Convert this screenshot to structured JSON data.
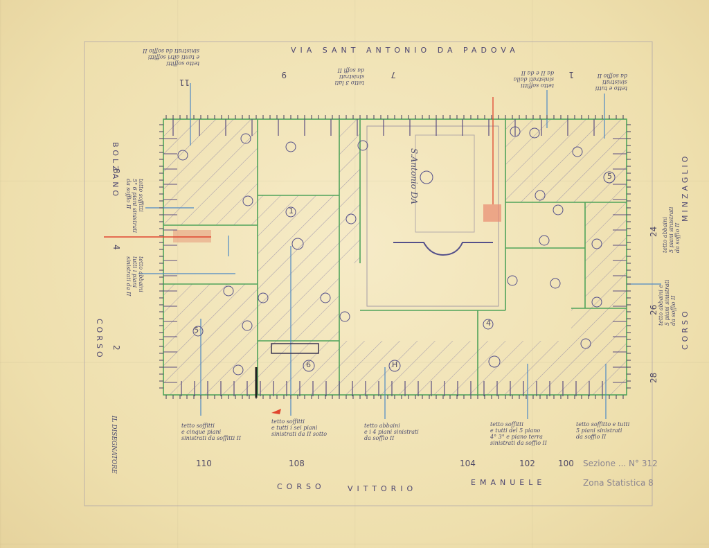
{
  "streets": {
    "top": "VIA   SANT ANTONIO  DA PADOVA",
    "left": "BOLZANO",
    "left_corso": "CORSO",
    "right": "MINZAGLIO",
    "right_corso": "CORSO",
    "bottom_1": "CORSO",
    "bottom_2": "VITTORIO",
    "bottom_3": "EMANUELE"
  },
  "civic_numbers": {
    "bottom": [
      "110",
      "108",
      "104",
      "102",
      "100"
    ],
    "top": [
      "11",
      "9",
      "7",
      "1"
    ],
    "left": [
      "8",
      "4",
      "2"
    ],
    "right": [
      "24",
      "26",
      "28"
    ]
  },
  "interior_labels": {
    "church": "S.Antonio DA",
    "room_marks": [
      "5",
      "H",
      "6",
      "4",
      "5",
      "1"
    ]
  },
  "bottom_notes": [
    "tetto soffitti\ne cinque piani\nsinistrati da soffitti II",
    "tetto soffitti\ne tutti i sei piani\nsinistrati da II sotto",
    "tetto abbaini\ne i 4 piani sinistrati\nda soffio II",
    "tetto soffitti\ne tutti del 5 piano\n4° 3° e piano terra\nsinistrati da soffio II",
    "tetto soffitto e tutti\n5 piani sinistrati\nda soffio II"
  ],
  "side_notes": {
    "left_1": "tetto soffitti\n5° 6 piani sinistrati\nda soffio II",
    "left_2": "tetto abbaini\ntutti i piani\nsinistrati da II",
    "right_1": "tetto abbaini\n5 piani sinistrati\nda soffio II",
    "right_2": "tetto abbaini e\n5 piani sinistrati\nda soffio II"
  },
  "top_notes": [
    "tetto soffitti\ne tanti altri soffitti\nsinistrati da soffio II",
    "tetto 3 lati\nsinistrati\nda soffi II",
    "tetto soffitti\nsinistrati dalla\nda II e da II",
    "tetto e tutti\nsinistrati\nda soffio II"
  ],
  "margin_text": "IL DISEGNATORE",
  "stamp": {
    "line1": "Sezione ... N° 312",
    "line2": "Zona Statistica 8"
  },
  "colors": {
    "paper": "#f1e3b5",
    "pencil": "#54508a",
    "walls_green": "#4fa35a",
    "blue_annotations": "#4c88c4",
    "red_annotations": "#e0452e"
  }
}
